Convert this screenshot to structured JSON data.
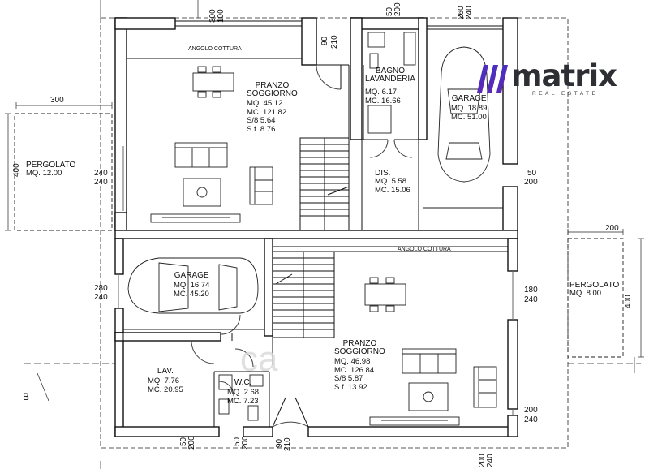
{
  "logo": {
    "word": "matrix",
    "sub": "REAL ESTATE"
  },
  "upper": {
    "angolo_cottura": "ANGOLO COTTURA",
    "pranzo": {
      "t1": "PRANZO",
      "t2": "SOGGIORNO",
      "lines": [
        "MQ.  45.12",
        "MC.  121.82",
        "S/8    5.64",
        "S.f.    8.76"
      ]
    },
    "bagno": {
      "t1": "BAGNO",
      "t2": "LAVANDERIA",
      "lines": [
        "MQ.    6.17",
        "MC.  16.66"
      ]
    },
    "garage": {
      "t1": "GARAGE",
      "lines": [
        "MQ.  18.89",
        "MC.  51.00"
      ]
    },
    "dis": {
      "t1": "DIS.",
      "lines": [
        "MQ.    5.58",
        "MC.  15.06"
      ]
    },
    "pergolato": {
      "t1": "PERGOLATO",
      "lines": [
        "MQ.  12.00"
      ]
    }
  },
  "lower": {
    "angolo_cottura": "ANGOLO COTTURA",
    "garage": {
      "t1": "GARAGE",
      "lines": [
        "MQ.  16.74",
        "MC.  45.20"
      ]
    },
    "pranzo": {
      "t1": "PRANZO",
      "t2": "SOGGIORNO",
      "lines": [
        "MQ.    46.98",
        "MC.   126.84",
        "S/8      5.87",
        "S.f.    13.92"
      ]
    },
    "lav": {
      "t1": "LAV.",
      "lines": [
        "MQ.    7.76",
        "MC.  20.95"
      ]
    },
    "wc": {
      "t1": "W.C.",
      "lines": [
        "MQ.  2.68",
        "MC.  7.23"
      ]
    },
    "pergolato": {
      "t1": "PERGOLATO",
      "lines": [
        "MQ.    8.00"
      ]
    }
  },
  "dims": {
    "top_300": "300",
    "top_100": "100",
    "top_90": "90",
    "top_210": "210",
    "top_50": "50",
    "top_200": "200",
    "top_260": "260",
    "top_240": "240",
    "left_300": "300",
    "left_400": "400",
    "left_240a": "240",
    "left_240b": "240",
    "right_50": "50",
    "right_200": "200",
    "left_280": "280",
    "left_240c": "240",
    "right_180": "180",
    "right_240": "240",
    "right_200b": "200",
    "right_240b": "240",
    "right_200top": "200",
    "right_400": "400",
    "bot_50a": "50",
    "bot_200a": "200",
    "bot_50b": "50",
    "bot_200b": "200",
    "bot_90": "90",
    "bot_210": "210",
    "bot_200c": "200",
    "bot_240c": "240",
    "section": "B"
  },
  "watermark": "ca"
}
